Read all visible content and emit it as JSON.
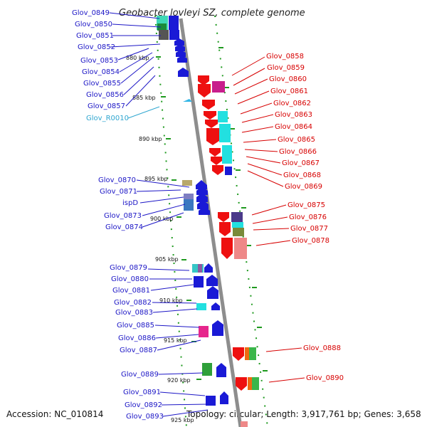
{
  "title": "Geobacter lovleyi SZ, complete genome",
  "footer": {
    "accession": "Accession: NC_010814",
    "summary": "Topology: circular; Length: 3,917,761 bp; Genes: 3,658"
  },
  "kbp_labels": [
    "880 kbp",
    "885 kbp",
    "890 kbp",
    "895 kbp",
    "900 kbp",
    "905 kbp",
    "910 kbp",
    "915 kbp",
    "920 kbp",
    "925 kbp"
  ],
  "left_genes": [
    "Glov_0849",
    "Glov_0850",
    "Glov_0851",
    "Glov_0852",
    "Glov_0853",
    "Glov_0854",
    "Glov_0855",
    "Glov_0856",
    "Glov_0857",
    "Glov_R0010",
    "Glov_0870",
    "Glov_0871",
    "ispD",
    "Glov_0873",
    "Glov_0874",
    "Glov_0879",
    "Glov_0880",
    "Glov_0881",
    "Glov_0882",
    "Glov_0883",
    "Glov_0885",
    "Glov_0886",
    "Glov_0887",
    "Glov_0889",
    "Glov_0891",
    "Glov_0892",
    "Glov_0893"
  ],
  "right_genes": [
    "Glov_0858",
    "Glov_0859",
    "Glov_0860",
    "Glov_0861",
    "Glov_0862",
    "Glov_0863",
    "Glov_0864",
    "Glov_0865",
    "Glov_0866",
    "Glov_0867",
    "Glov_0868",
    "Glov_0869",
    "Glov_0875",
    "Glov_0876",
    "Glov_0877",
    "Glov_0878",
    "Glov_0888",
    "Glov_0890"
  ],
  "colors": {
    "forward_strand": "#0a0adf",
    "reverse_strand": "#ee1010",
    "rna_gene": "#33b6e6",
    "backbone": "#8d8d8d",
    "tick": "#1f9a1f"
  }
}
